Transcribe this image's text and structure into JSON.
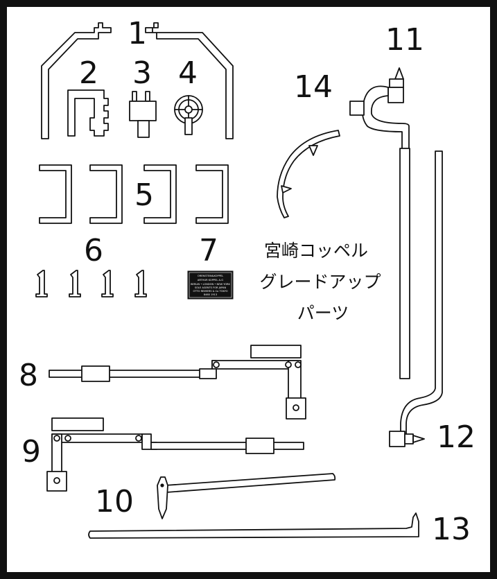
{
  "frame_color": "#111111",
  "background": "#ffffff",
  "part_numbers": [
    "1",
    "2",
    "3",
    "4",
    "5",
    "6",
    "7",
    "8",
    "9",
    "10",
    "11",
    "12",
    "13",
    "14"
  ],
  "caption": {
    "line1": "宮崎コッペル",
    "line2": "グレードアップ",
    "line3": "パーツ"
  },
  "plate": {
    "line1": "ORENSTEIN&KOPPEL",
    "line2": "ARTHUR KOPPEL A-G",
    "line3": "BERLIN • LONDON • NEW YORK",
    "line4": "SOLE AGENTS FOR JAPAN",
    "line5": "OTTO REIMERS & Co TOKYO",
    "line6": "8460     1913"
  }
}
